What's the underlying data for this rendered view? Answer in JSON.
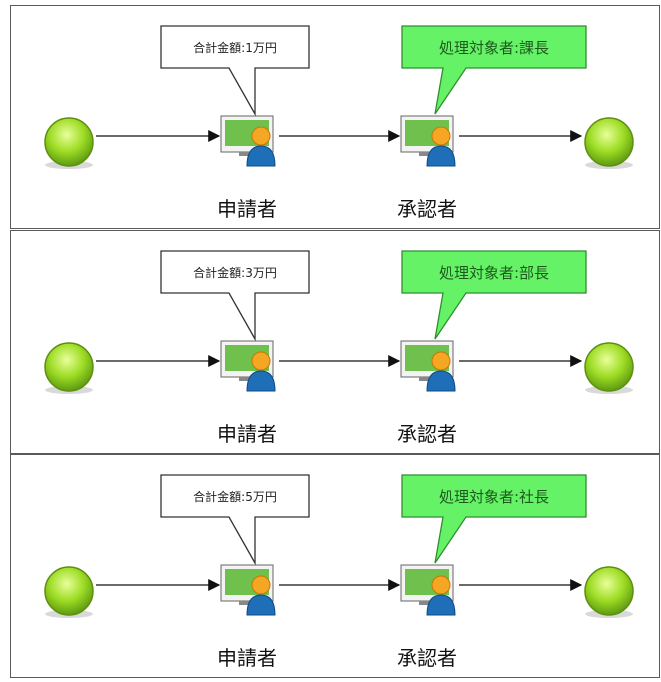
{
  "panels": [
    {
      "amount_label": "合計金額:1万円",
      "target_label": "処理対象者:課長",
      "applicant_label": "申請者",
      "approver_label": "承認者"
    },
    {
      "amount_label": "合計金額:3万円",
      "target_label": "処理対象者:部長",
      "applicant_label": "申請者",
      "approver_label": "承認者"
    },
    {
      "amount_label": "合計金額:5万円",
      "target_label": "処理対象者:社長",
      "applicant_label": "申請者",
      "approver_label": "承認者"
    }
  ],
  "colors": {
    "green_callout_fill": "#66f266",
    "green_callout_stroke": "#2f8f2f",
    "node_green": "#8fd61e",
    "monitor_screen": "#6fc04d",
    "user_blue": "#1f6fb8",
    "user_head": "#f5a623"
  }
}
